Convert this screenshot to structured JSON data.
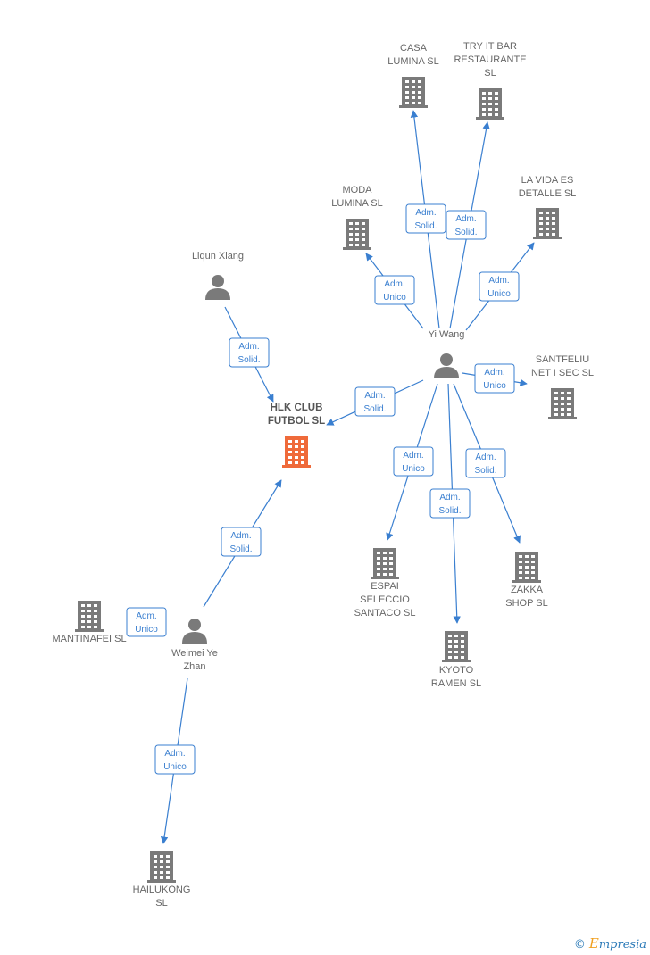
{
  "colors": {
    "edge": "#3a7fd0",
    "building": "#7a7a7a",
    "main_building": "#ef6a3a",
    "person": "#7a7a7a"
  },
  "nodes": [
    {
      "id": "hlk",
      "type": "company",
      "main": true,
      "label": [
        "HLK CLUB",
        "FUTBOL  SL"
      ],
      "icon": "building-icon"
    },
    {
      "id": "liqun",
      "type": "person",
      "label": [
        "Liqun Xiang"
      ],
      "icon": "person-icon"
    },
    {
      "id": "yiwang",
      "type": "person",
      "label": [
        "Yi Wang"
      ],
      "icon": "person-icon"
    },
    {
      "id": "weimei",
      "type": "person",
      "label": [
        "Weimei Ye",
        "Zhan"
      ],
      "icon": "person-icon"
    },
    {
      "id": "casa",
      "type": "company",
      "label": [
        "CASA",
        "LUMINA  SL"
      ],
      "icon": "building-icon"
    },
    {
      "id": "tryit",
      "type": "company",
      "label": [
        "TRY IT BAR",
        "RESTAURANTE",
        "SL"
      ],
      "icon": "building-icon"
    },
    {
      "id": "moda",
      "type": "company",
      "label": [
        "MODA",
        "LUMINA  SL"
      ],
      "icon": "building-icon"
    },
    {
      "id": "lavida",
      "type": "company",
      "label": [
        "LA VIDA ES",
        "DETALLE  SL"
      ],
      "icon": "building-icon"
    },
    {
      "id": "santfeliu",
      "type": "company",
      "label": [
        "SANTFELIU",
        "NET I SEC  SL"
      ],
      "icon": "building-icon"
    },
    {
      "id": "espai",
      "type": "company",
      "label": [
        "ESPAI",
        "SELECCIO",
        "SANTACO  SL"
      ],
      "icon": "building-icon"
    },
    {
      "id": "kyoto",
      "type": "company",
      "label": [
        "KYOTO",
        "RAMEN  SL"
      ],
      "icon": "building-icon"
    },
    {
      "id": "zakka",
      "type": "company",
      "label": [
        "ZAKKA",
        "SHOP SL"
      ],
      "icon": "building-icon"
    },
    {
      "id": "mantinafei",
      "type": "company",
      "label": [
        "MANTINAFEI SL"
      ],
      "icon": "building-icon"
    },
    {
      "id": "hailukong",
      "type": "company",
      "label": [
        "HAILUKONG",
        "SL"
      ],
      "icon": "building-icon"
    }
  ],
  "edges": [
    {
      "from": "liqun",
      "to": "hlk",
      "role": [
        "Adm.",
        "Solid."
      ]
    },
    {
      "from": "yiwang",
      "to": "hlk",
      "role": [
        "Adm.",
        "Solid."
      ]
    },
    {
      "from": "weimei",
      "to": "hlk",
      "role": [
        "Adm.",
        "Solid."
      ]
    },
    {
      "from": "yiwang",
      "to": "casa",
      "role": [
        "Adm.",
        "Solid."
      ]
    },
    {
      "from": "yiwang",
      "to": "tryit",
      "role": [
        "Adm.",
        "Solid."
      ]
    },
    {
      "from": "yiwang",
      "to": "moda",
      "role": [
        "Adm.",
        "Unico"
      ]
    },
    {
      "from": "yiwang",
      "to": "lavida",
      "role": [
        "Adm.",
        "Unico"
      ]
    },
    {
      "from": "yiwang",
      "to": "santfeliu",
      "role": [
        "Adm.",
        "Unico"
      ]
    },
    {
      "from": "yiwang",
      "to": "espai",
      "role": [
        "Adm.",
        "Unico"
      ]
    },
    {
      "from": "yiwang",
      "to": "kyoto",
      "role": [
        "Adm.",
        "Solid."
      ]
    },
    {
      "from": "yiwang",
      "to": "zakka",
      "role": [
        "Adm.",
        "Solid."
      ]
    },
    {
      "from": "weimei",
      "to": "mantinafei",
      "role": [
        "Adm.",
        "Unico"
      ]
    },
    {
      "from": "weimei",
      "to": "hailukong",
      "role": [
        "Adm.",
        "Unico"
      ]
    }
  ],
  "watermark": {
    "copyright": "©",
    "brand_first": "E",
    "brand_rest": "mpresia"
  }
}
